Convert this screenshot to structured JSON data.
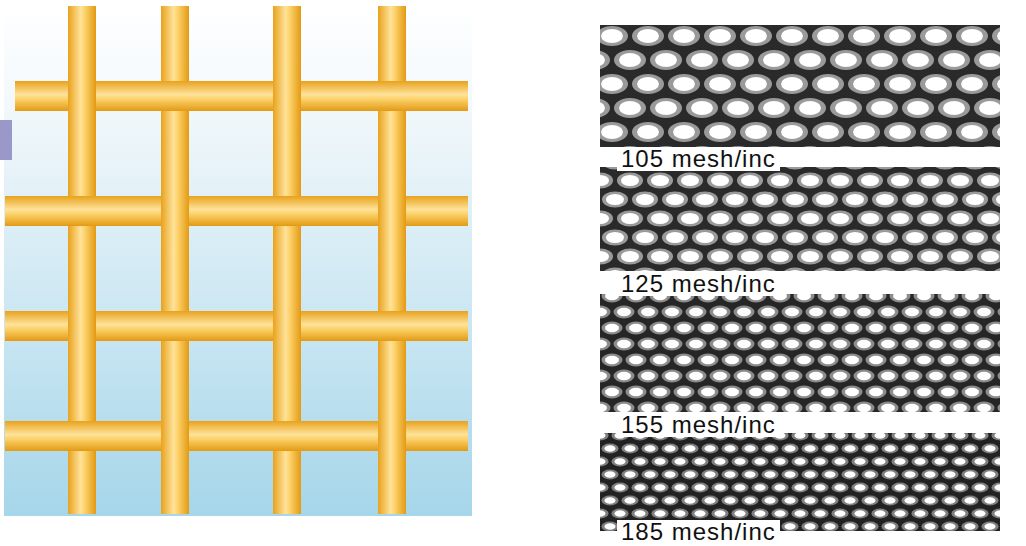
{
  "diagram": {
    "labels": [
      "105 mesh/inc",
      "125 mesh/inc",
      "155 mesh/inc",
      "185 mesh/inc"
    ]
  }
}
